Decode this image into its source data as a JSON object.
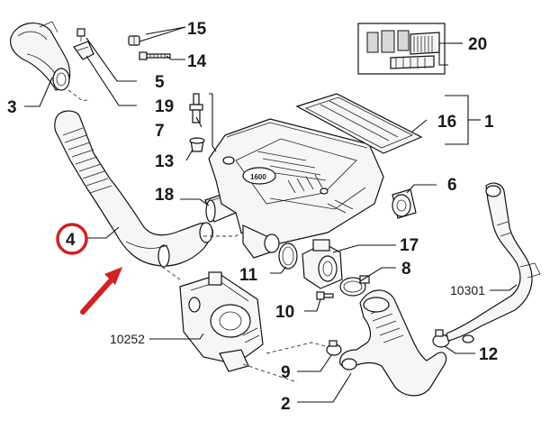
{
  "callouts": {
    "c1": "1",
    "c2": "2",
    "c3": "3",
    "c4": "4",
    "c5": "5",
    "c6": "6",
    "c7": "7",
    "c8": "8",
    "c9": "9",
    "c10": "10",
    "c11": "11",
    "c12": "12",
    "c13": "13",
    "c14": "14",
    "c15": "15",
    "c16": "16",
    "c17": "17",
    "c18": "18",
    "c19": "19",
    "c20": "20",
    "ref10252": "10252",
    "ref10301": "10301"
  },
  "engraving": "1600",
  "colors": {
    "highlight_ring": "#d32020",
    "arrow": "#d32020",
    "line": "#111111"
  }
}
